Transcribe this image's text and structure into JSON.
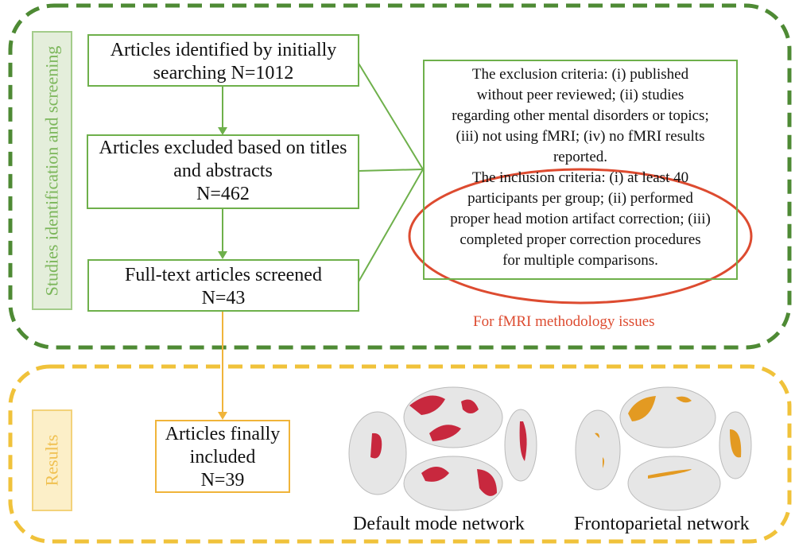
{
  "sections": {
    "screening": {
      "label": "Studies identification and screening",
      "color": "#4e8a34"
    },
    "results": {
      "label": "Results",
      "color": "#f0b43a"
    }
  },
  "flow": {
    "identified": {
      "line1": "Articles identified by initially",
      "line2": "searching N=1012"
    },
    "excluded": {
      "line1": "Articles excluded based on titles",
      "line2": "and abstracts",
      "line3": "N=462"
    },
    "screened": {
      "line1": "Full-text articles screened",
      "line2": "N=43"
    },
    "included": {
      "line1": "Articles finally",
      "line2": "included",
      "line3": "N=39"
    }
  },
  "criteria": {
    "exclusion": [
      "The exclusion criteria: (i) published",
      "without peer reviewed; (ii) studies",
      "regarding other mental disorders or topics;",
      "(iii) not using fMRI; (iv) no fMRI results",
      "reported."
    ],
    "inclusion": [
      "The inclusion criteria: (i) at least 40",
      "participants per group; (ii) performed",
      "proper head motion artifact correction; (iii)",
      "completed proper correction procedures",
      "for multiple comparisons."
    ],
    "note": "For fMRI methodology issues",
    "note_color": "#dd4b30"
  },
  "networks": [
    {
      "name": "Default mode network",
      "color": "#c8283e"
    },
    {
      "name": "Frontoparietal network",
      "color": "#e39a22"
    }
  ]
}
